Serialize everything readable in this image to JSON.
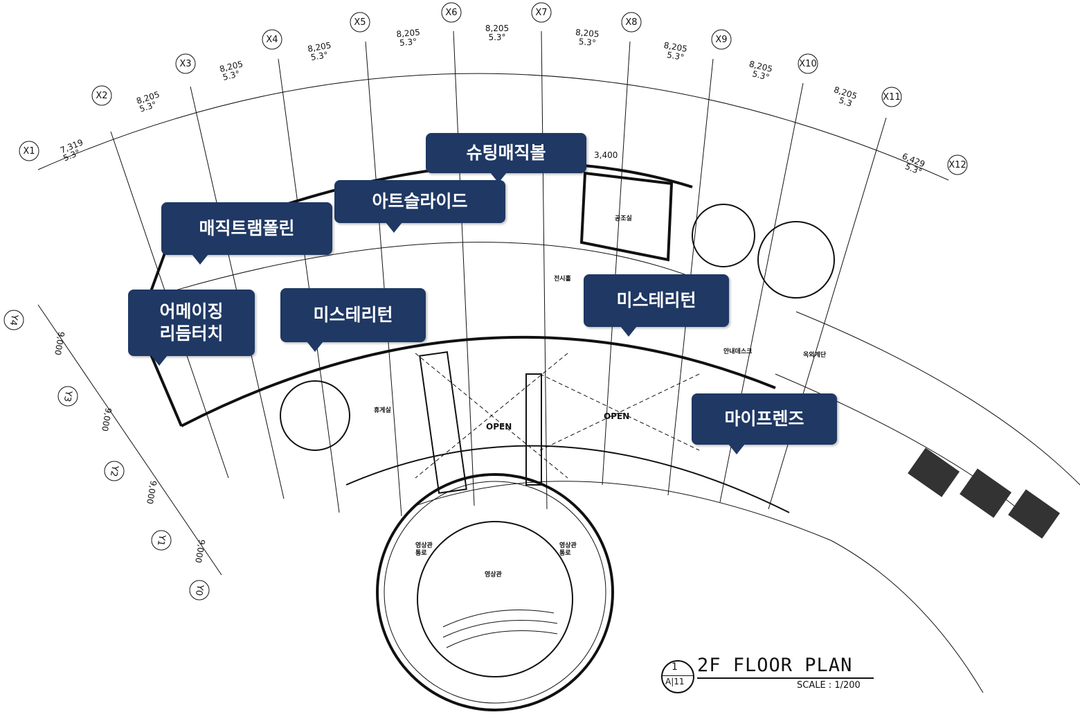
{
  "title": "2F FLOOR PLAN",
  "scale": "SCALE : 1/200",
  "detail_ref": {
    "number": "1",
    "sheet_a": "A",
    "sheet_num": "11"
  },
  "grid_x": [
    "X1",
    "X2",
    "X3",
    "X4",
    "X5",
    "X6",
    "X7",
    "X8",
    "X9",
    "X10",
    "X11",
    "X12"
  ],
  "grid_y": [
    "Y4",
    "Y3",
    "Y2",
    "Y1",
    "Y0"
  ],
  "spans": [
    {
      "dim": "7,319",
      "angle": "5.3°"
    },
    {
      "dim": "8,205",
      "angle": "5.3°"
    },
    {
      "dim": "8,205",
      "angle": "5.3°"
    },
    {
      "dim": "8,205",
      "angle": "5.3°"
    },
    {
      "dim": "8,205",
      "angle": "5.3°"
    },
    {
      "dim": "8,205",
      "angle": "5.3°"
    },
    {
      "dim": "8,205",
      "angle": "5.3°"
    },
    {
      "dim": "8,205",
      "angle": "5.3°"
    },
    {
      "dim": "8,205",
      "angle": "5.3°"
    },
    {
      "dim": "8,205",
      "angle": "5.3"
    },
    {
      "dim": "6,429",
      "angle": "5.3°"
    }
  ],
  "y_spans": [
    "9,000",
    "9,000",
    "9,000",
    "9,000"
  ],
  "small_dim": "3,400",
  "rooms": {
    "machine": "공조실",
    "exhibit": "전시홀",
    "lounge": "휴게실",
    "info": "안내데스크",
    "theater": "영상관",
    "passage_left": "영상관\n통로",
    "passage_right": "영상관\n통로",
    "exit": "옥외계단",
    "open1": "OPEN",
    "open2": "OPEN"
  },
  "labels": [
    {
      "id": "shooting",
      "text": "슈팅매직볼"
    },
    {
      "id": "art",
      "text": "아트슬라이드"
    },
    {
      "id": "trampoline",
      "text": "매직트램폴린"
    },
    {
      "id": "amazing",
      "text": "어메이징\n리듬터치"
    },
    {
      "id": "mystery1",
      "text": "미스테리턴"
    },
    {
      "id": "mystery2",
      "text": "미스테리턴"
    },
    {
      "id": "myfriends",
      "text": "마이프렌즈"
    }
  ]
}
